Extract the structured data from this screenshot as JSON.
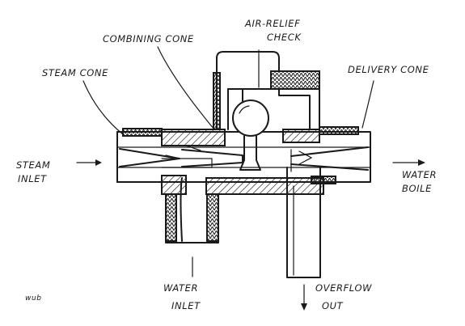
{
  "labels": {
    "air_relief_check_line1": "AIR-RELIEF",
    "air_relief_check_line2": "CHECK",
    "combining_cone": "COMBINING CONE",
    "steam_cone": "STEAM CONE",
    "delivery_cone": "DELIVERY CONE",
    "steam_inlet_line1": "STEAM",
    "steam_inlet_line2": "INLET",
    "water_boiler_line1": "WATER",
    "water_boiler_line2": "BOILE",
    "water_inlet_line1": "WATER",
    "water_inlet_line2": "INLET",
    "overflow_out_line1": "OVERFLOW",
    "overflow_out_line2": "OUT",
    "signature": "wub"
  },
  "colors": {
    "ink": "#1a1a1a",
    "paper": "#ffffff"
  }
}
